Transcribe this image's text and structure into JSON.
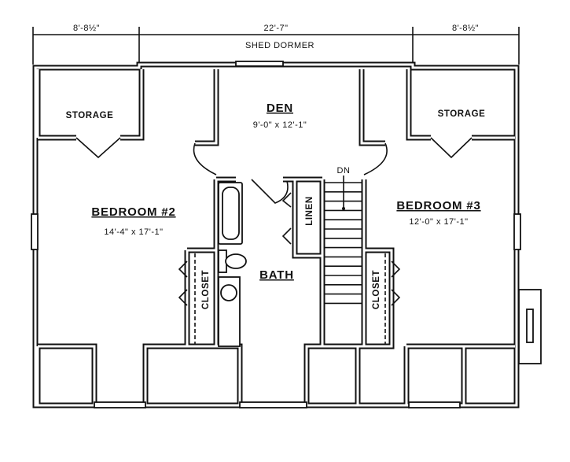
{
  "title": "Second floor plan",
  "dimensions": {
    "left": "8'-8½\"",
    "center": "22'-7\"",
    "right": "8'-8½\"",
    "center_note": "SHED DORMER"
  },
  "rooms": {
    "storage_left": "STORAGE",
    "storage_right": "STORAGE",
    "den": {
      "name": "DEN",
      "size": "9'-0\" x 12'-1\""
    },
    "bedroom2": {
      "name": "BEDROOM #2",
      "size": "14'-4\" x 17'-1\""
    },
    "bedroom3": {
      "name": "BEDROOM #3",
      "size": "12'-0\" x 17'-1\""
    },
    "bath": "BATH",
    "linen": "LINEN",
    "closet_left": "CLOSET",
    "closet_right": "CLOSET",
    "stair_direction": "DN"
  }
}
